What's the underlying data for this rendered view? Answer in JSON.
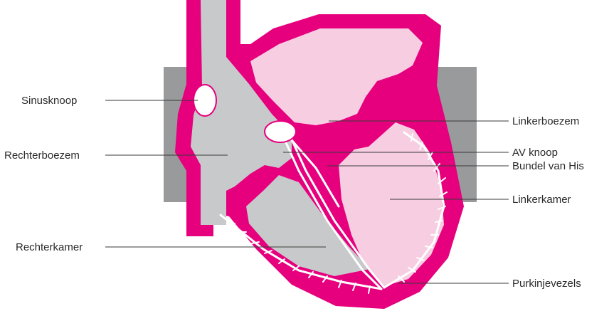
{
  "labels": {
    "sinusknoop": "Sinusknoop",
    "rechterboezem": "Rechterboezem",
    "rechterkamer": "Rechterkamer",
    "linkerboezem": "Linkerboezem",
    "av_knoop": "AV knoop",
    "bundel_van_his": "Bundel van His",
    "linkerkamer": "Linkerkamer",
    "purkinjevezels": "Purkinjevezels"
  },
  "colors": {
    "wall": "#e6007e",
    "right_chambers": "#c8c9cb",
    "left_chambers": "#f6cde1",
    "background_band": "#999a9c",
    "conduction": "#ffffff"
  }
}
